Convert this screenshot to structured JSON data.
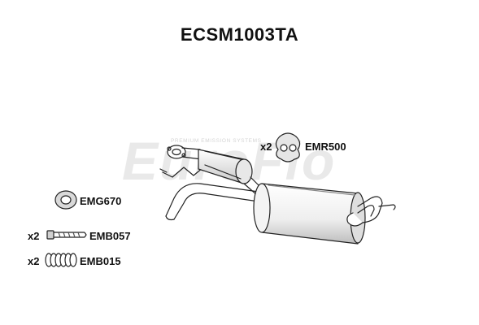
{
  "title": "ECSM1003TA",
  "watermark": {
    "brand": "EuroFlo",
    "tagline": "PREMIUM EMISSION SYSTEMS"
  },
  "parts": {
    "mount": {
      "qty": "x2",
      "code": "EMR500"
    },
    "gasket": {
      "code": "EMG670"
    },
    "bolt": {
      "qty": "x2",
      "code": "EMB057"
    },
    "spring": {
      "qty": "x2",
      "code": "EMB015"
    }
  },
  "colors": {
    "line": "#222222",
    "fill": "#ffffff",
    "shade": "#cfcfcf",
    "watermark": "#e9e9e9"
  }
}
